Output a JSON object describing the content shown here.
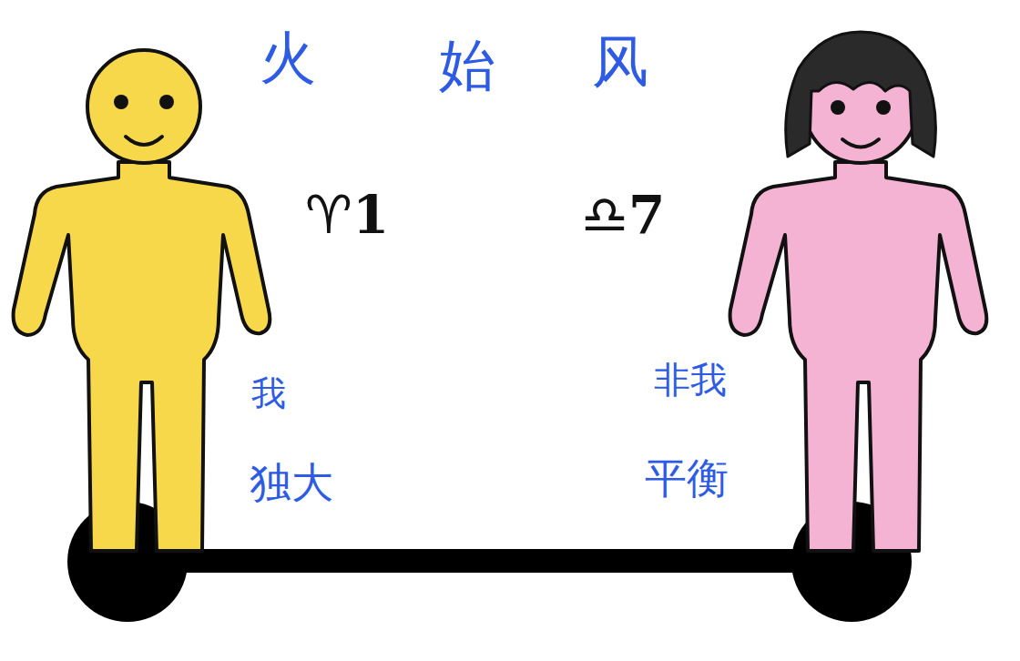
{
  "diagram": {
    "labels": [
      "火",
      "始",
      "风",
      "♈1",
      "♎7",
      "我",
      "独大",
      "非我",
      "平衡"
    ]
  }
}
